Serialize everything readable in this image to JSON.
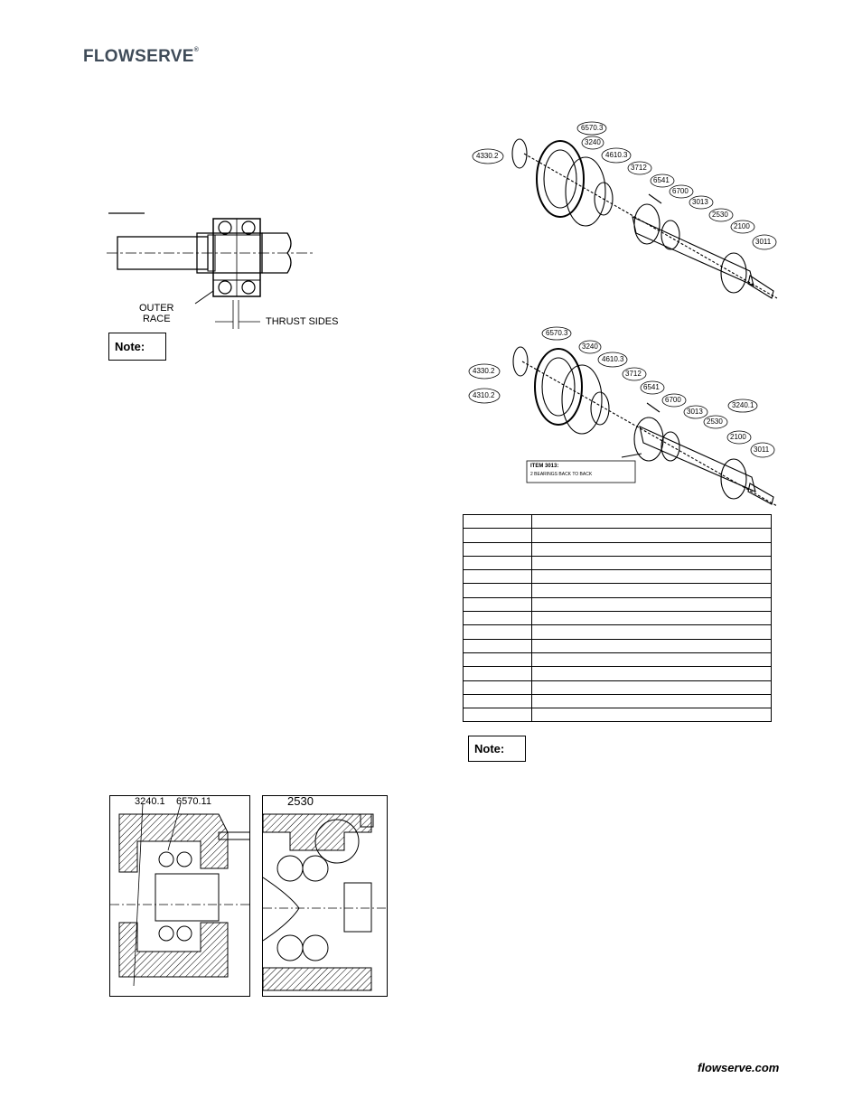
{
  "header": {
    "logo_text": "FLOWSERVE",
    "logo_mark": "®"
  },
  "footer": {
    "website": "flowserve.com"
  },
  "fig_bearing": {
    "top_label": "",
    "outer_race_line1": "OUTER",
    "outer_race_line2": "RACE",
    "thrust_sides": "THRUST SIDES"
  },
  "notes": {
    "left": "Note:",
    "right": "Note:"
  },
  "exploded_top": {
    "callouts": [
      "6570.3",
      "3240",
      "4330.2",
      "4610.3",
      "3712",
      "6541",
      "6700",
      "3013",
      "2530",
      "2100",
      "3011"
    ]
  },
  "exploded_bottom": {
    "callouts": [
      "6570.3",
      "3240",
      "4330.2",
      "4310.2",
      "4610.3",
      "3712",
      "6541",
      "6700",
      "3013",
      "3240.1",
      "2530",
      "2100",
      "3011"
    ],
    "box_line1": "ITEM 3013:",
    "box_line2": "2 BEARINGS BACK TO BACK"
  },
  "parts_table": {
    "row_count": 15
  },
  "section_left": {
    "labels": [
      "3240.1",
      "6570.11"
    ]
  },
  "section_right": {
    "labels": [
      "2530"
    ]
  }
}
